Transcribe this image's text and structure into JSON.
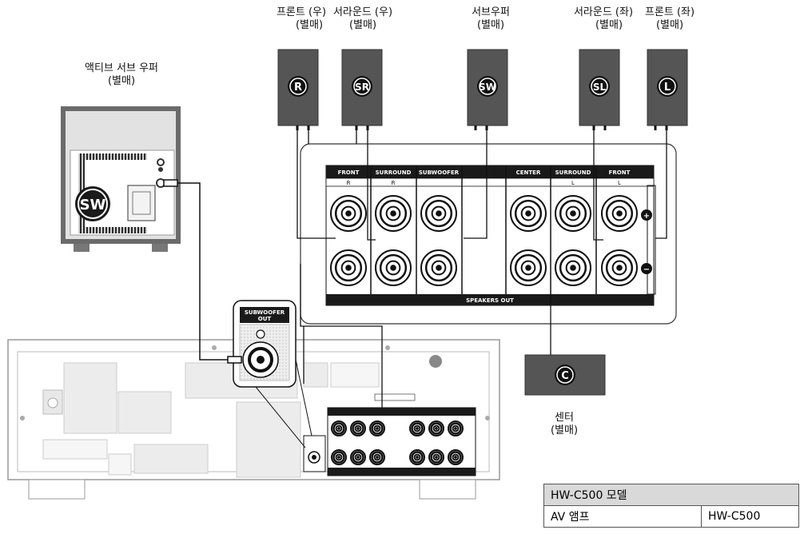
{
  "speakers": {
    "front_r": {
      "label": "프론트 (우)",
      "note": "(별매)",
      "badge": "R"
    },
    "surround_r": {
      "label": "서라운드 (우)",
      "note": "(별매)",
      "badge": "SR"
    },
    "subwoofer": {
      "label": "서브우퍼",
      "note": "(별매)",
      "badge": "SW"
    },
    "surround_l": {
      "label": "서라운드 (좌)",
      "note": "(별매)",
      "badge": "SL"
    },
    "front_l": {
      "label": "프론트 (좌)",
      "note": "(별매)",
      "badge": "L"
    },
    "center": {
      "label": "센터",
      "note": "(별매)",
      "badge": "C"
    }
  },
  "active_sub": {
    "label": "액티브 서브 우퍼",
    "note": "(별매)",
    "badge": "SW"
  },
  "terminal_panel": {
    "channels": [
      "FRONT",
      "SURROUND",
      "SUBWOOFER",
      "",
      "CENTER",
      "SURROUND",
      "FRONT"
    ],
    "sides": [
      "R",
      "R",
      "",
      "",
      "",
      "L",
      "L"
    ],
    "bottom_label": "SPEAKERS OUT",
    "plus": "+",
    "minus": "−"
  },
  "sub_out_callout": {
    "line1": "SUBWOOFER",
    "line2": "OUT"
  },
  "table": {
    "header": "HW-C500 모델",
    "row_label": "AV 앰프",
    "row_value": "HW-C500"
  }
}
